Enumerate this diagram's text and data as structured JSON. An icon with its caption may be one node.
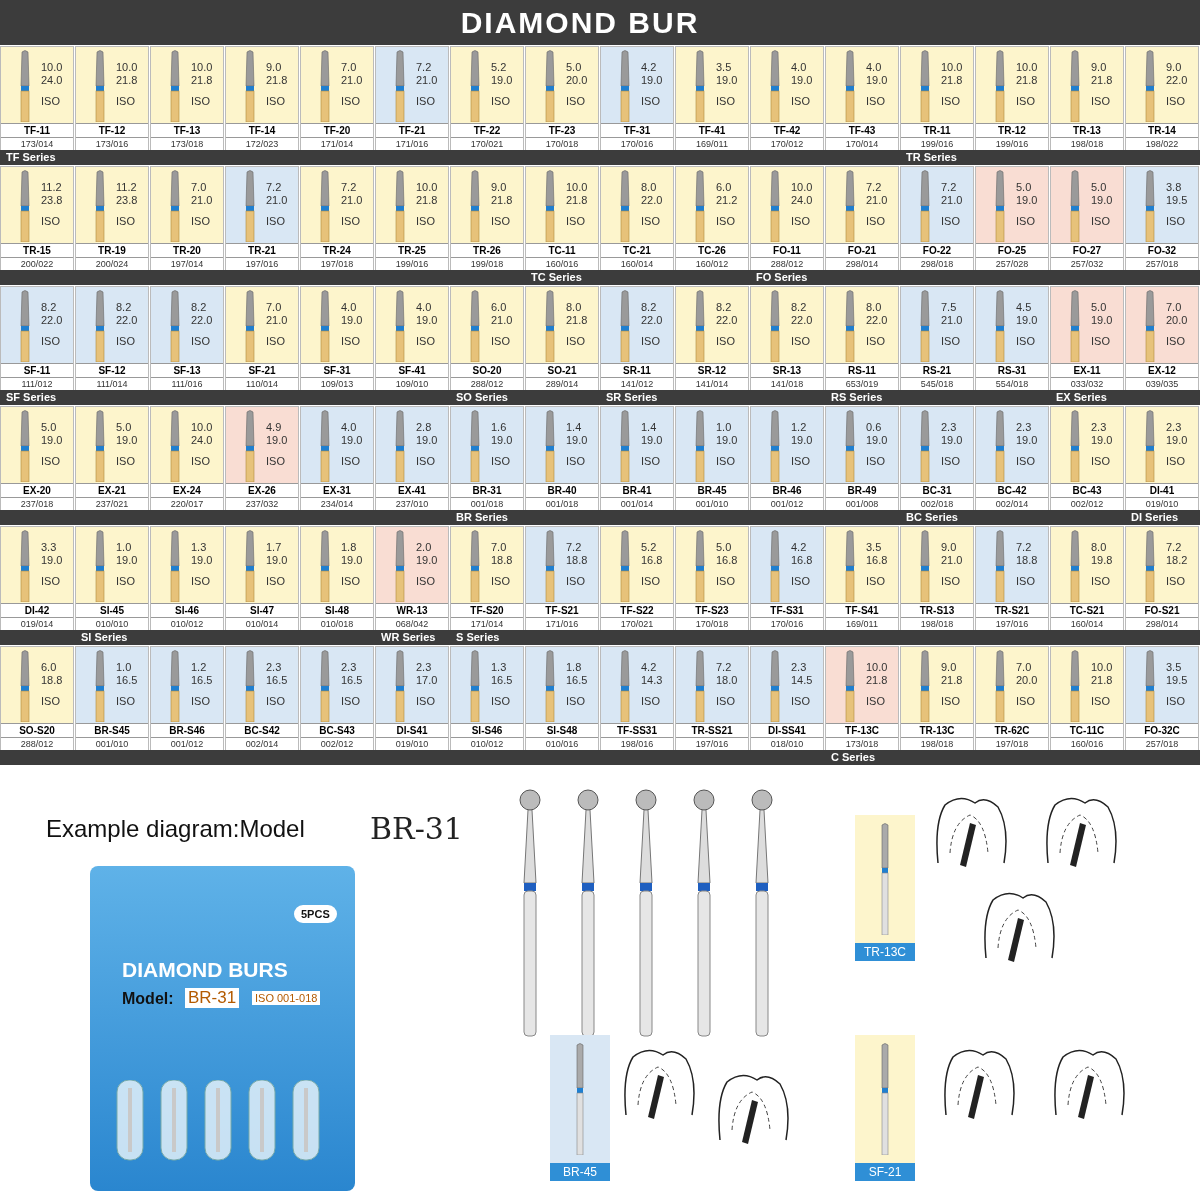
{
  "diagram": {
    "title": "DIAMOND BUR",
    "nodes": [
      {
        "text": [
          "10.0",
          "24.0",
          "ISO",
          "TF-11",
          "173/014"
        ]
      },
      {
        "text": [
          "10.0",
          "21.8",
          "ISO",
          "TF-12",
          "173/016"
        ]
      },
      {
        "text": [
          "10.0",
          "21.8",
          "ISO",
          "TF-13",
          "173/018"
        ]
      },
      {
        "text": [
          "9.0",
          "21.8",
          "ISO",
          "TF-14",
          "172/023"
        ]
      },
      {
        "text": [
          "7.0",
          "21.0",
          "ISO",
          "TF-20",
          "171/014"
        ]
      },
      {
        "text": [
          "7.2",
          "21.0",
          "ISO",
          "TF-21",
          "171/016"
        ]
      },
      {
        "text": [
          "5.2",
          "19.0",
          "ISO",
          "TF-22",
          "170/021"
        ]
      },
      {
        "text": [
          "5.0",
          "20.0",
          "ISO",
          "TF-23",
          "170/018"
        ]
      },
      {
        "text": [
          "4.2",
          "19.0",
          "ISO",
          "TF-31",
          "170/016"
        ]
      },
      {
        "text": [
          "3.5",
          "19.0",
          "ISO",
          "TF-41",
          "169/011"
        ]
      },
      {
        "text": [
          "4.0",
          "19.0",
          "ISO",
          "TF-42",
          "170/012"
        ]
      },
      {
        "text": [
          "4.0",
          "19.0",
          "ISO",
          "TF-43",
          "170/014"
        ]
      },
      {
        "text": [
          "10.0",
          "21.8",
          "ISO",
          "TR-11",
          "199/016"
        ]
      },
      {
        "text": [
          "10.0",
          "21.8",
          "ISO",
          "TR-12",
          "199/016"
        ]
      },
      {
        "text": [
          "9.0",
          "21.8",
          "ISO",
          "TR-13",
          "198/018"
        ]
      },
      {
        "text": [
          "9.0",
          "22.0",
          "ISO",
          "TR-14",
          "198/022"
        ]
      },
      {
        "text": [
          "11.2",
          "23.8",
          "ISO",
          "TR-15",
          "200/022"
        ]
      },
      {
        "text": [
          "11.2",
          "23.8",
          "ISO",
          "TR-19",
          "200/024"
        ]
      },
      {
        "text": [
          "7.0",
          "21.0",
          "ISO",
          "TR-20",
          "197/014"
        ]
      },
      {
        "text": [
          "7.2",
          "21.0",
          "ISO",
          "TR-21",
          "197/016"
        ]
      },
      {
        "text": [
          "7.2",
          "21.0",
          "ISO",
          "TR-24",
          "197/018"
        ]
      },
      {
        "text": [
          "10.0",
          "21.8",
          "ISO",
          "TR-25",
          "199/016"
        ]
      },
      {
        "text": [
          "9.0",
          "21.8",
          "ISO",
          "TR-26",
          "199/018"
        ]
      },
      {
        "text": [
          "10.0",
          "21.8",
          "ISO",
          "TC-11",
          "160/016"
        ]
      },
      {
        "text": [
          "8.0",
          "22.0",
          "ISO",
          "TC-21",
          "160/014"
        ]
      },
      {
        "text": [
          "6.0",
          "21.2",
          "ISO",
          "TC-26",
          "160/012"
        ]
      },
      {
        "text": [
          "10.0",
          "24.0",
          "ISO",
          "FO-11",
          "288/012"
        ]
      },
      {
        "text": [
          "7.2",
          "21.0",
          "ISO",
          "FO-21",
          "298/014"
        ]
      },
      {
        "text": [
          "7.2",
          "21.0",
          "ISO",
          "FO-22",
          "298/018"
        ]
      },
      {
        "text": [
          "5.0",
          "19.0",
          "ISO",
          "FO-25",
          "257/028"
        ]
      },
      {
        "text": [
          "5.0",
          "19.0",
          "ISO",
          "FO-27",
          "257/032"
        ]
      },
      {
        "text": [
          "3.8",
          "19.5",
          "ISO",
          "FO-32",
          "257/018"
        ]
      },
      {
        "text": [
          "8.2",
          "22.0",
          "ISO",
          "SF-11",
          "111/012"
        ]
      },
      {
        "text": [
          "8.2",
          "22.0",
          "ISO",
          "SF-12",
          "111/014"
        ]
      },
      {
        "text": [
          "8.2",
          "22.0",
          "ISO",
          "SF-13",
          "111/016"
        ]
      },
      {
        "text": [
          "7.0",
          "21.0",
          "ISO",
          "SF-21",
          "110/014"
        ]
      },
      {
        "text": [
          "4.0",
          "19.0",
          "ISO",
          "SF-31",
          "109/013"
        ]
      },
      {
        "text": [
          "4.0",
          "19.0",
          "ISO",
          "SF-41",
          "109/010"
        ]
      },
      {
        "text": [
          "6.0",
          "21.0",
          "ISO",
          "SO-20",
          "288/012"
        ]
      },
      {
        "text": [
          "8.0",
          "21.8",
          "ISO",
          "SO-21",
          "289/014"
        ]
      },
      {
        "text": [
          "8.2",
          "22.0",
          "ISO",
          "SR-11",
          "141/012"
        ]
      },
      {
        "text": [
          "8.2",
          "22.0",
          "ISO",
          "SR-12",
          "141/014"
        ]
      },
      {
        "text": [
          "8.2",
          "22.0",
          "ISO",
          "SR-13",
          "141/018"
        ]
      },
      {
        "text": [
          "8.0",
          "22.0",
          "ISO",
          "RS-11",
          "653/019"
        ]
      },
      {
        "text": [
          "7.5",
          "21.0",
          "ISO",
          "RS-21",
          "545/018"
        ]
      },
      {
        "text": [
          "4.5",
          "19.0",
          "ISO",
          "RS-31",
          "554/018"
        ]
      },
      {
        "text": [
          "5.0",
          "19.0",
          "ISO",
          "EX-11",
          "033/032"
        ]
      },
      {
        "text": [
          "7.0",
          "20.0",
          "ISO",
          "EX-12",
          "039/035"
        ]
      },
      {
        "text": [
          "5.0",
          "19.0",
          "ISO",
          "EX-20",
          "237/018"
        ]
      },
      {
        "text": [
          "5.0",
          "19.0",
          "ISO",
          "EX-21",
          "237/021"
        ]
      },
      {
        "text": [
          "10.0",
          "24.0",
          "ISO",
          "EX-24",
          "220/017"
        ]
      },
      {
        "text": [
          "4.9",
          "19.0",
          "ISO",
          "EX-26",
          "237/032"
        ]
      },
      {
        "text": [
          "4.0",
          "19.0",
          "ISO",
          "EX-31",
          "234/014"
        ]
      },
      {
        "text": [
          "2.8",
          "19.0",
          "ISO",
          "EX-41",
          "237/010"
        ]
      },
      {
        "text": [
          "1.6",
          "19.0",
          "ISO",
          "BR-31",
          "001/018"
        ]
      },
      {
        "text": [
          "1.4",
          "19.0",
          "ISO",
          "BR-40",
          "001/018"
        ]
      },
      {
        "text": [
          "1.4",
          "19.0",
          "ISO",
          "BR-41",
          "001/014"
        ]
      },
      {
        "text": [
          "1.0",
          "19.0",
          "ISO",
          "BR-45",
          "001/010"
        ]
      },
      {
        "text": [
          "1.2",
          "19.0",
          "ISO",
          "BR-46",
          "001/012"
        ]
      },
      {
        "text": [
          "0.6",
          "19.0",
          "ISO",
          "BR-49",
          "001/008"
        ]
      },
      {
        "text": [
          "2.3",
          "19.0",
          "ISO",
          "BC-31",
          "002/018"
        ]
      },
      {
        "text": [
          "2.3",
          "19.0",
          "ISO",
          "BC-42",
          "002/014"
        ]
      },
      {
        "text": [
          "2.3",
          "19.0",
          "ISO",
          "BC-43",
          "002/012"
        ]
      },
      {
        "text": [
          "2.3",
          "19.0",
          "ISO",
          "DI-41",
          "019/010"
        ]
      },
      {
        "text": [
          "3.3",
          "19.0",
          "ISO",
          "DI-42",
          "019/014"
        ]
      },
      {
        "text": [
          "1.0",
          "19.0",
          "ISO",
          "SI-45",
          "010/010"
        ]
      },
      {
        "text": [
          "1.3",
          "19.0",
          "ISO",
          "SI-46",
          "010/012"
        ]
      },
      {
        "text": [
          "1.7",
          "19.0",
          "ISO",
          "SI-47",
          "010/014"
        ]
      },
      {
        "text": [
          "1.8",
          "19.0",
          "ISO",
          "SI-48",
          "010/018"
        ]
      },
      {
        "text": [
          "2.0",
          "19.0",
          "ISO",
          "WR-13",
          "068/042"
        ]
      },
      {
        "text": [
          "7.0",
          "18.8",
          "ISO",
          "TF-S20",
          "171/014"
        ]
      },
      {
        "text": [
          "7.2",
          "18.8",
          "ISO",
          "TF-S21",
          "171/016"
        ]
      },
      {
        "text": [
          "5.2",
          "16.8",
          "ISO",
          "TF-S22",
          "170/021"
        ]
      },
      {
        "text": [
          "5.0",
          "16.8",
          "ISO",
          "TF-S23",
          "170/018"
        ]
      },
      {
        "text": [
          "4.2",
          "16.8",
          "ISO",
          "TF-S31",
          "170/016"
        ]
      },
      {
        "text": [
          "3.5",
          "16.8",
          "ISO",
          "TF-S41",
          "169/011"
        ]
      },
      {
        "text": [
          "9.0",
          "21.0",
          "ISO",
          "TR-S13",
          "198/018"
        ]
      },
      {
        "text": [
          "7.2",
          "18.8",
          "ISO",
          "TR-S21",
          "197/016"
        ]
      },
      {
        "text": [
          "8.0",
          "19.8",
          "ISO",
          "TC-S21",
          "160/014"
        ]
      },
      {
        "text": [
          "7.2",
          "18.2",
          "ISO",
          "FO-S21",
          "298/014"
        ]
      },
      {
        "text": [
          "6.0",
          "18.8",
          "ISO",
          "SO-S20",
          "288/012"
        ]
      },
      {
        "text": [
          "1.0",
          "16.5",
          "ISO",
          "BR-S45",
          "001/010"
        ]
      },
      {
        "text": [
          "1.2",
          "16.5",
          "ISO",
          "BR-S46",
          "001/012"
        ]
      },
      {
        "text": [
          "2.3",
          "16.5",
          "ISO",
          "BC-S42",
          "002/014"
        ]
      },
      {
        "text": [
          "2.3",
          "16.5",
          "ISO",
          "BC-S43",
          "002/012"
        ]
      },
      {
        "text": [
          "2.3",
          "17.0",
          "ISO",
          "DI-S41",
          "019/010"
        ]
      },
      {
        "text": [
          "1.3",
          "16.5",
          "ISO",
          "SI-S46",
          "010/012"
        ]
      },
      {
        "text": [
          "1.8",
          "16.5",
          "ISO",
          "SI-S48",
          "010/016"
        ]
      },
      {
        "text": [
          "4.2",
          "14.3",
          "ISO",
          "TF-SS31",
          "198/016"
        ]
      },
      {
        "text": [
          "7.2",
          "18.0",
          "ISO",
          "TR-SS21",
          "197/016"
        ]
      },
      {
        "text": [
          "2.3",
          "14.5",
          "ISO",
          "DI-SS41",
          "018/010"
        ]
      },
      {
        "text": [
          "10.0",
          "21.8",
          "ISO",
          "TF-13C",
          "173/018"
        ]
      },
      {
        "text": [
          "9.0",
          "21.8",
          "ISO",
          "TR-13C",
          "198/018"
        ]
      },
      {
        "text": [
          "7.0",
          "20.0",
          "ISO",
          "TR-62C",
          "197/018"
        ]
      },
      {
        "text": [
          "10.0",
          "21.8",
          "ISO",
          "TC-11C",
          "160/016"
        ]
      },
      {
        "text": [
          "3.5",
          "19.5",
          "ISO",
          "FO-32C",
          "257/018"
        ]
      },
      {
        "text": [
          "TR-13C"
        ]
      },
      {
        "text": [
          "BR-45"
        ]
      },
      {
        "text": [
          "SF-21"
        ]
      }
    ],
    "labels": [
      "TF Series",
      "TR Series",
      "TC Series",
      "FO Series",
      "SF Series",
      "SO Series",
      "SR Series",
      "RS Series",
      "EX Series",
      "BR Series",
      "BC Series",
      "DI Series",
      "SI Series",
      "WR Series",
      "S Series",
      "C Series",
      "Example diagram:Model",
      "BR-31",
      "5PCS",
      "DIAMOND BURS",
      "Model:",
      "BR-31",
      "ISO 001-018"
    ]
  }
}
